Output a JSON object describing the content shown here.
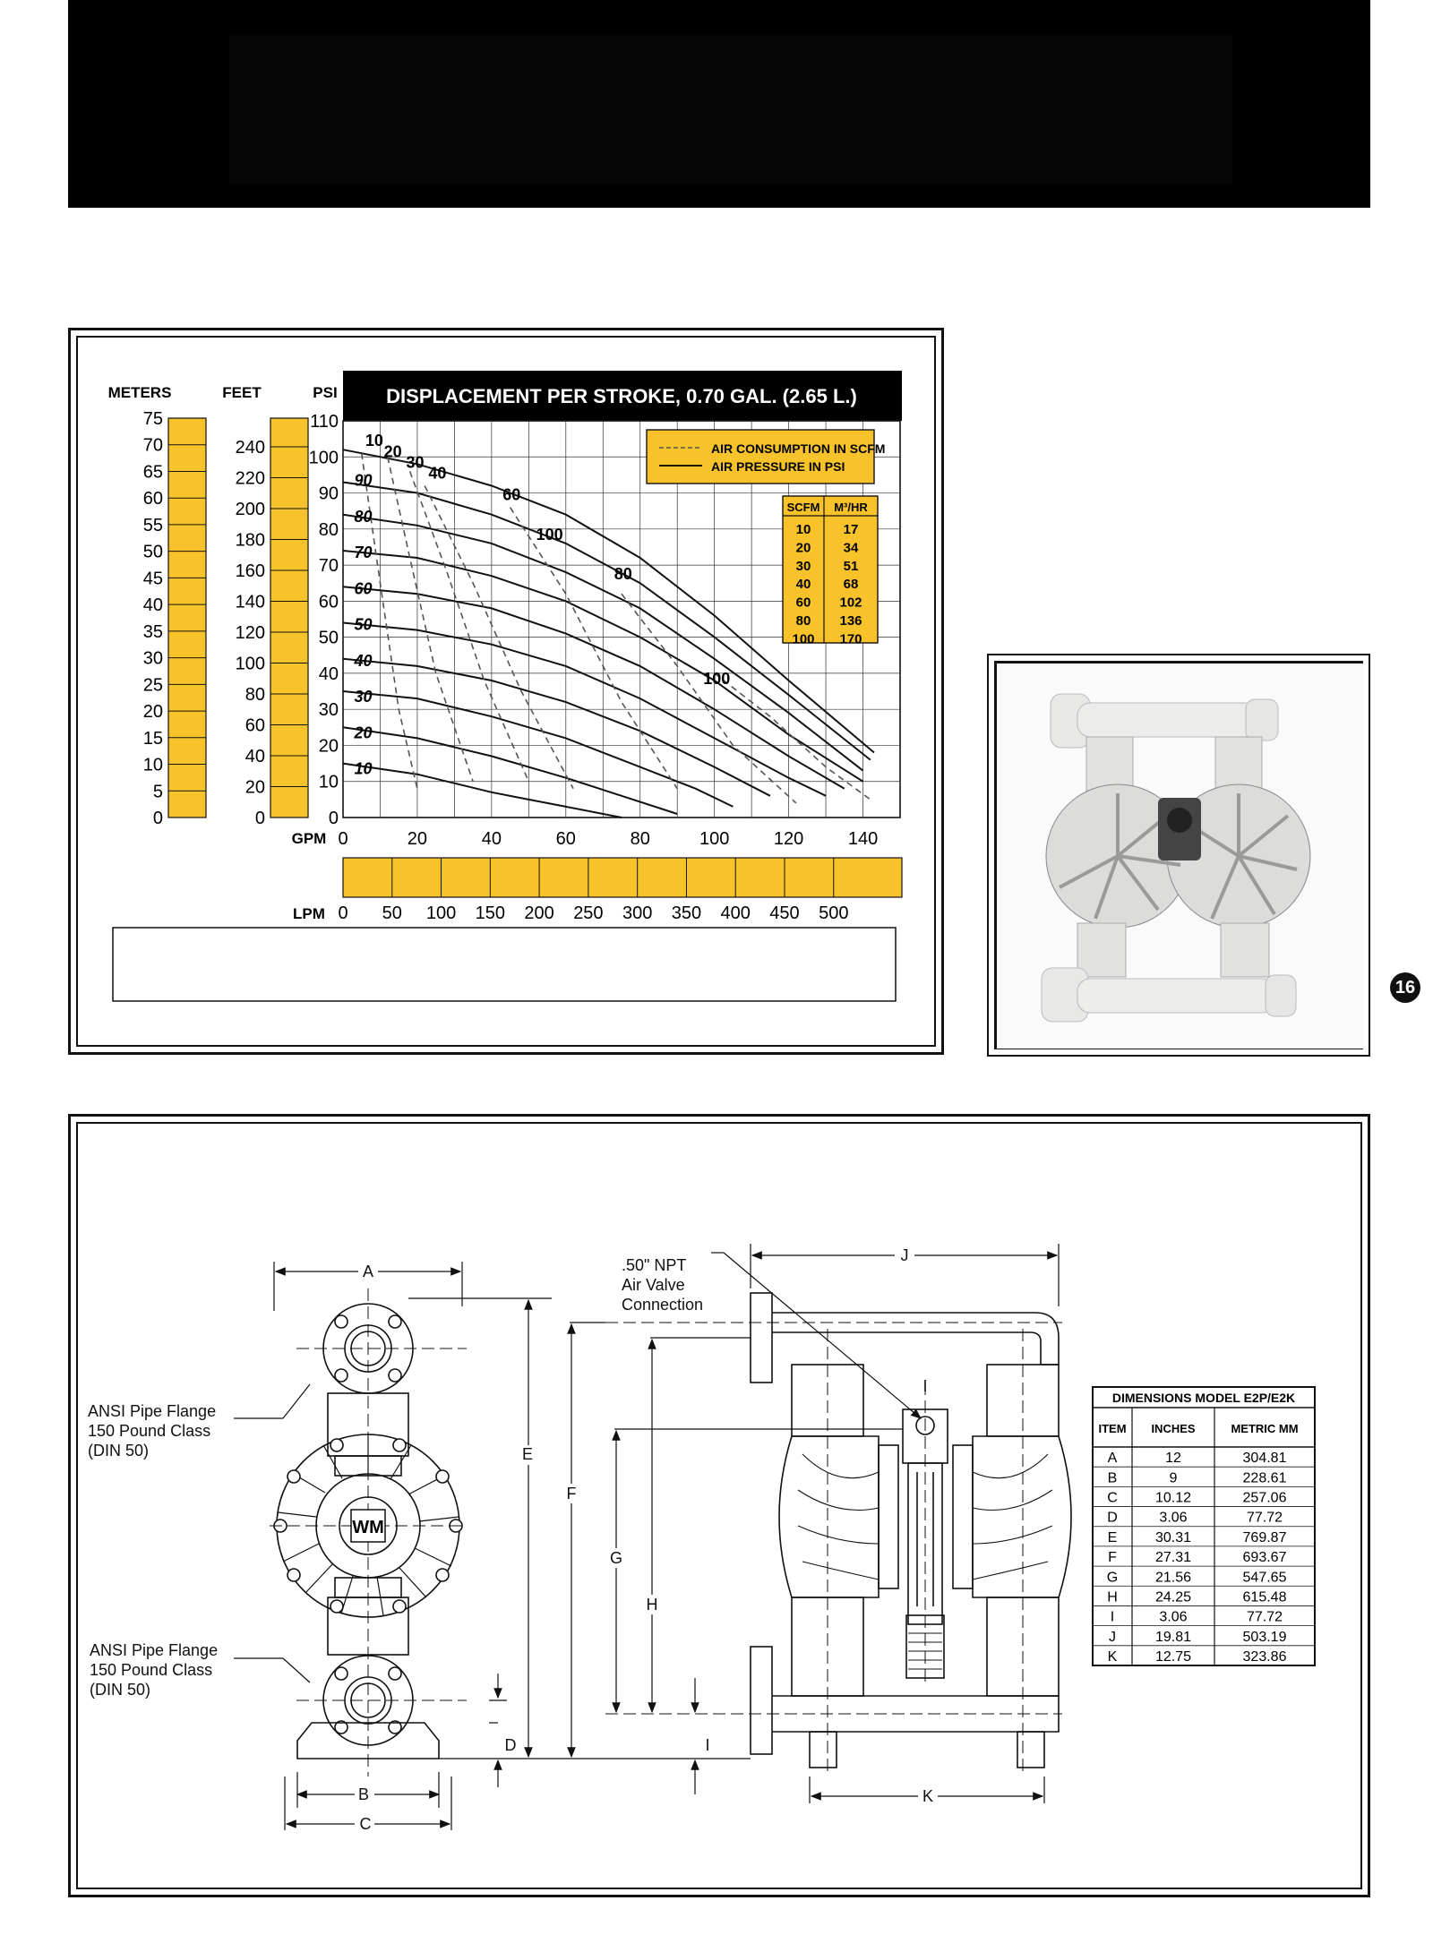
{
  "page_number": "16",
  "chart_data": {
    "type": "line",
    "title": "DISPLACEMENT PER STROKE, 0.70 GAL. (2.65 L.)",
    "xlabel": "GPM",
    "x2label": "LPM",
    "y_axes": [
      {
        "label": "METERS",
        "ticks": [
          "0",
          "5",
          "10",
          "15",
          "20",
          "25",
          "30",
          "35",
          "40",
          "45",
          "50",
          "55",
          "60",
          "65",
          "70",
          "75"
        ]
      },
      {
        "label": "FEET",
        "ticks": [
          "0",
          "20",
          "40",
          "60",
          "80",
          "100",
          "120",
          "140",
          "160",
          "180",
          "200",
          "220",
          "240"
        ]
      },
      {
        "label": "PSI",
        "ticks": [
          "0",
          "10",
          "20",
          "30",
          "40",
          "50",
          "60",
          "70",
          "80",
          "90",
          "100",
          "110"
        ]
      }
    ],
    "x_ticks": [
      "0",
      "20",
      "40",
      "60",
      "80",
      "100",
      "120",
      "140"
    ],
    "x2_ticks": [
      "0",
      "50",
      "100",
      "150",
      "200",
      "250",
      "300",
      "350",
      "400",
      "450",
      "500"
    ],
    "xlim": [
      0,
      150
    ],
    "ylim": [
      0,
      110
    ],
    "grid": true,
    "legend": {
      "position": "top-right",
      "entries": [
        "AIR CONSUMPTION IN SCFM",
        "AIR PRESSURE IN PSI"
      ]
    },
    "pressure_series": [
      {
        "name": "10",
        "x": [
          0,
          20,
          40,
          50,
          60,
          75
        ],
        "y": [
          15,
          12,
          7,
          5,
          3,
          0
        ]
      },
      {
        "name": "20",
        "x": [
          0,
          20,
          40,
          60,
          75,
          90
        ],
        "y": [
          25,
          22,
          17,
          11,
          6,
          1
        ]
      },
      {
        "name": "30",
        "x": [
          0,
          20,
          40,
          60,
          80,
          95,
          105
        ],
        "y": [
          35,
          33,
          28,
          22,
          14,
          8,
          3
        ]
      },
      {
        "name": "40",
        "x": [
          0,
          20,
          40,
          60,
          80,
          100,
          115
        ],
        "y": [
          44,
          42,
          38,
          32,
          24,
          14,
          6
        ]
      },
      {
        "name": "50",
        "x": [
          0,
          20,
          40,
          60,
          80,
          100,
          120,
          130
        ],
        "y": [
          54,
          52,
          48,
          42,
          33,
          22,
          11,
          6
        ]
      },
      {
        "name": "60",
        "x": [
          0,
          20,
          40,
          60,
          80,
          100,
          120,
          135
        ],
        "y": [
          64,
          62,
          58,
          51,
          42,
          30,
          17,
          8
        ]
      },
      {
        "name": "70",
        "x": [
          0,
          20,
          40,
          60,
          80,
          100,
          120,
          140
        ],
        "y": [
          74,
          72,
          67,
          60,
          50,
          38,
          23,
          10
        ]
      },
      {
        "name": "80",
        "x": [
          0,
          20,
          40,
          60,
          80,
          100,
          120,
          140
        ],
        "y": [
          84,
          81,
          76,
          68,
          58,
          44,
          29,
          13
        ]
      },
      {
        "name": "90",
        "x": [
          0,
          20,
          40,
          60,
          80,
          100,
          120,
          142
        ],
        "y": [
          93,
          90,
          84,
          76,
          65,
          50,
          34,
          16
        ]
      },
      {
        "name": "100",
        "x": [
          0,
          20,
          40,
          60,
          80,
          100,
          120,
          143
        ],
        "y": [
          102,
          98,
          92,
          84,
          72,
          56,
          38,
          18
        ]
      }
    ],
    "scfm_series": [
      {
        "name": "10",
        "x": [
          5,
          10,
          15,
          20
        ],
        "y": [
          101,
          65,
          30,
          8
        ]
      },
      {
        "name": "20",
        "x": [
          12,
          18,
          25,
          35
        ],
        "y": [
          100,
          72,
          40,
          10
        ]
      },
      {
        "name": "30",
        "x": [
          18,
          28,
          38,
          50
        ],
        "y": [
          96,
          68,
          38,
          10
        ]
      },
      {
        "name": "40",
        "x": [
          22,
          35,
          48,
          62
        ],
        "y": [
          92,
          65,
          35,
          8
        ]
      },
      {
        "name": "60",
        "x": [
          45,
          60,
          75,
          90
        ],
        "y": [
          86,
          62,
          32,
          8
        ]
      },
      {
        "name": "80",
        "x": [
          75,
          90,
          105,
          122
        ],
        "y": [
          62,
          42,
          20,
          4
        ]
      },
      {
        "name": "100",
        "x": [
          100,
          115,
          130,
          142
        ],
        "y": [
          40,
          28,
          14,
          5
        ]
      }
    ],
    "curve_labels": {
      "psi": [
        "10",
        "20",
        "30",
        "40",
        "50",
        "60",
        "70",
        "80",
        "90"
      ],
      "scfm": [
        "10",
        "20",
        "30",
        "40",
        "60",
        "100",
        "80",
        "100"
      ]
    },
    "conversion_table": {
      "headers": [
        "SCFM",
        "M³/HR"
      ],
      "rows": [
        [
          "10",
          "17"
        ],
        [
          "20",
          "34"
        ],
        [
          "30",
          "51"
        ],
        [
          "40",
          "68"
        ],
        [
          "60",
          "102"
        ],
        [
          "80",
          "136"
        ],
        [
          "100",
          "170"
        ]
      ]
    }
  },
  "dimension_drawing": {
    "dim_letters": [
      "A",
      "B",
      "C",
      "D",
      "E",
      "F",
      "G",
      "H",
      "I",
      "J",
      "K"
    ],
    "flange_label_top": [
      "ANSI Pipe Flange",
      "150 Pound Class",
      "(DIN 50)"
    ],
    "flange_label_bottom": [
      "ANSI Pipe Flange",
      "150 Pound Class",
      "(DIN 50)"
    ],
    "air_valve_label": [
      ".50\" NPT",
      "Air Valve",
      "Connection"
    ],
    "logo_text": "WM"
  },
  "dimensions_table": {
    "title": "DIMENSIONS MODEL E2P/E2K",
    "headers": [
      "ITEM",
      "INCHES",
      "METRIC MM"
    ],
    "rows": [
      [
        "A",
        "12",
        "304.81"
      ],
      [
        "B",
        "9",
        "228.61"
      ],
      [
        "C",
        "10.12",
        "257.06"
      ],
      [
        "D",
        "3.06",
        "77.72"
      ],
      [
        "E",
        "30.31",
        "769.87"
      ],
      [
        "F",
        "27.31",
        "693.67"
      ],
      [
        "G",
        "21.56",
        "547.65"
      ],
      [
        "H",
        "24.25",
        "615.48"
      ],
      [
        "I",
        "3.06",
        "77.72"
      ],
      [
        "J",
        "19.81",
        "503.19"
      ],
      [
        "K",
        "12.75",
        "323.86"
      ]
    ]
  },
  "colors": {
    "accent": "#f7c22a",
    "ink": "#111111",
    "header": "#000000"
  }
}
